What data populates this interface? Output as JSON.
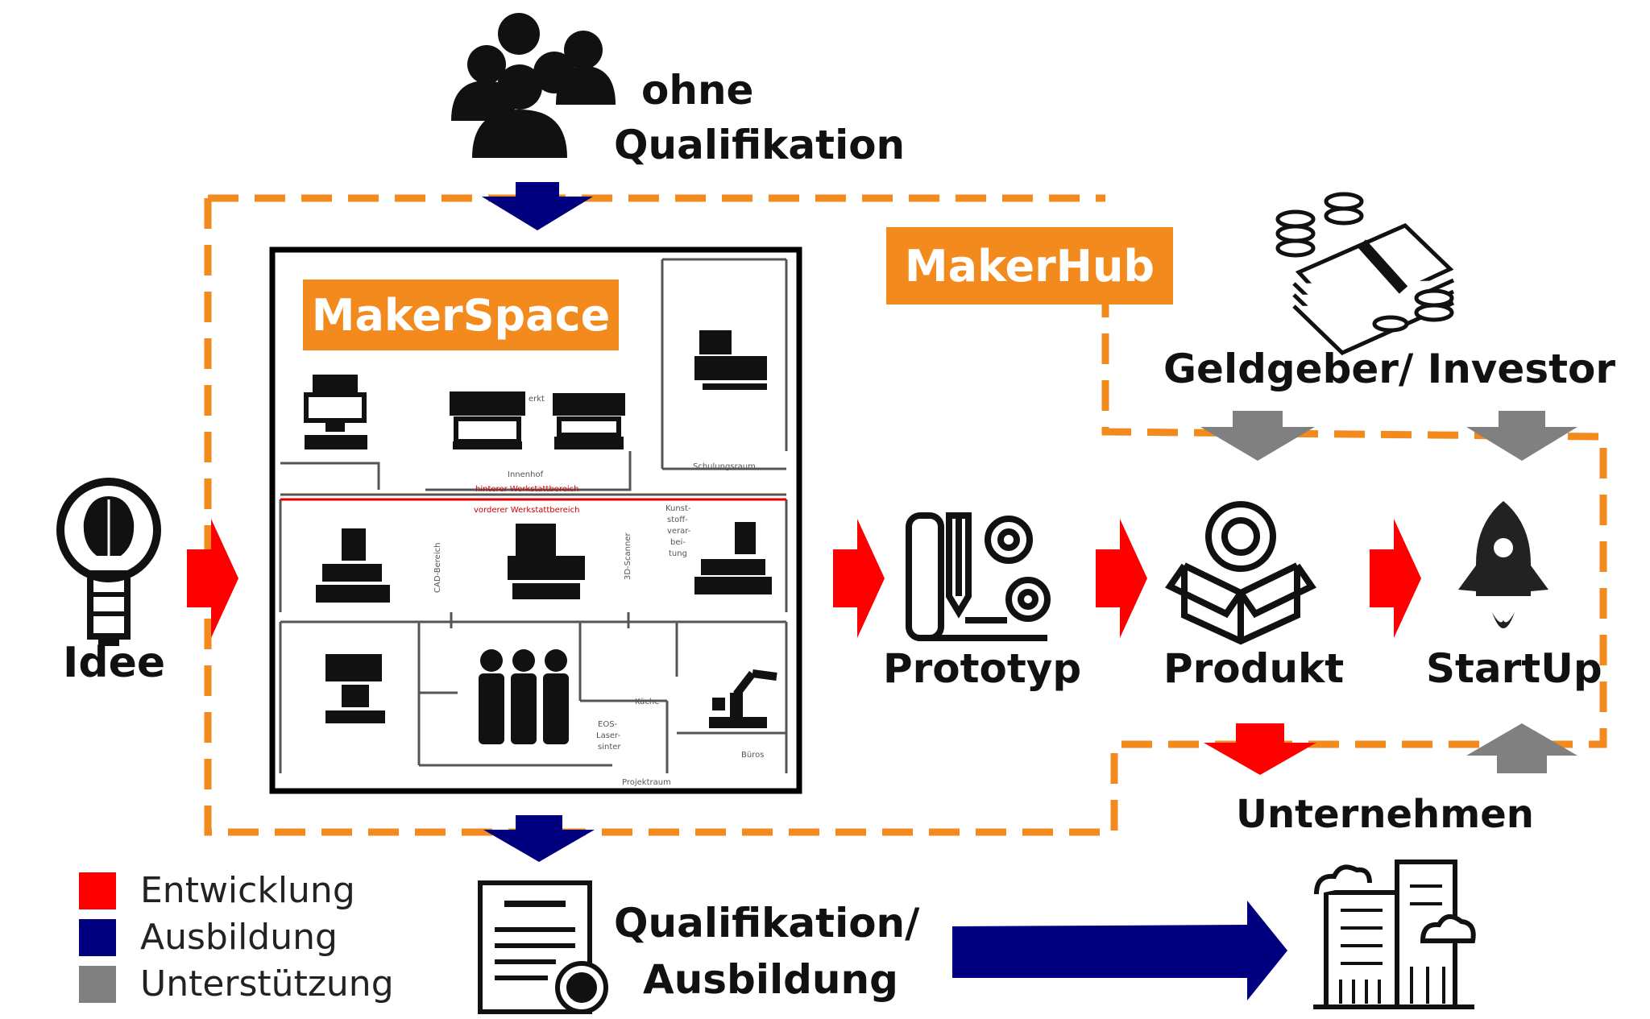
{
  "top_group": {
    "label_line1": "ohne",
    "label_line2": "Qualifikation"
  },
  "makerspace": {
    "title": "MakerSpace",
    "plan_labels": {
      "innenhof": "Innenhof",
      "hinterer": "hinterer Werkstattbereich",
      "vorderer": "vorderer Werkstattbereich",
      "schulungsraum": "Schulungsraum",
      "cad": "CAD-Bereich",
      "scanner": "3D-Scanner",
      "kunststoff": [
        "Kunst-",
        "stoff-",
        "verar-",
        "bei-",
        "tung"
      ],
      "kueche": "Küche",
      "eos": [
        "EOS-",
        "Laser-",
        "sinter"
      ],
      "bueros": "Büros",
      "projektraum": "Projektraum",
      "erkt": "erkt"
    }
  },
  "makerhub": {
    "title": "MakerHub"
  },
  "nodes": {
    "idee": "Idee",
    "prototyp": "Prototyp",
    "produkt": "Produkt",
    "startup": "StartUp",
    "investor": "Geldgeber/ Investor",
    "unternehmen": "Unternehmen",
    "qualifikation_line1": "Qualifikation/",
    "qualifikation_line2": "Ausbildung"
  },
  "legend": [
    {
      "label": "Entwicklung",
      "color": "#ff0000"
    },
    {
      "label": "Ausbildung",
      "color": "#00007f"
    },
    {
      "label": "Unterstützung",
      "color": "#808080"
    }
  ],
  "colors": {
    "development": "#ff0000",
    "education": "#00007f",
    "support": "#808080",
    "makerhub_orange": "#f28a1e"
  },
  "icons": [
    "people-group-icon",
    "lightbulb-brain-icon",
    "blueprint-gears-icon",
    "product-box-gear-icon",
    "rocket-icon",
    "money-stack-icon",
    "office-building-icon",
    "certificate-icon"
  ]
}
